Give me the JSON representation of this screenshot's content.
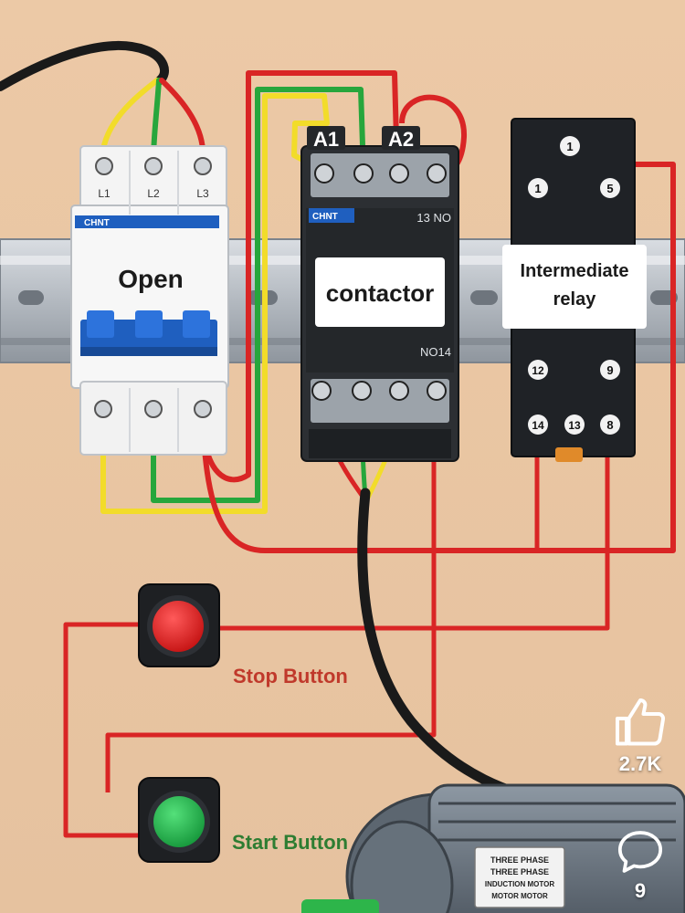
{
  "breaker": {
    "terminals": [
      "L1",
      "L2",
      "L3"
    ],
    "brand": "CHNT",
    "label": "Open"
  },
  "contactor": {
    "coil_a1": "A1",
    "coil_a2": "A2",
    "brand": "CHNT",
    "aux_top": "13 NO",
    "aux_bottom": "NO14",
    "label": "contactor"
  },
  "relay": {
    "label_line1": "Intermediate",
    "label_line2": "relay",
    "terminals": [
      "1",
      "1",
      "5",
      "12",
      "9",
      "14",
      "13",
      "8"
    ]
  },
  "buttons": {
    "stop_label": "Stop Button",
    "start_label": "Start Button"
  },
  "motor": {
    "plate_line1": "THREE PHASE",
    "plate_line2": "THREE PHASE",
    "plate_line3": "INDUCTION MOTOR",
    "plate_line4": "MOTOR MOTOR"
  },
  "social": {
    "likes": "2.7K",
    "comments": "9"
  },
  "colors": {
    "wire_red": "#d92525",
    "wire_yellow": "#f2dc2a",
    "wire_green": "#27a63c",
    "wire_black": "#1a1a1a",
    "label_text": "#c0392b",
    "start_text": "#2e7d32",
    "breaker_blue": "#1f5fbf",
    "stop_red": "#e02222",
    "start_green": "#22b14c"
  }
}
